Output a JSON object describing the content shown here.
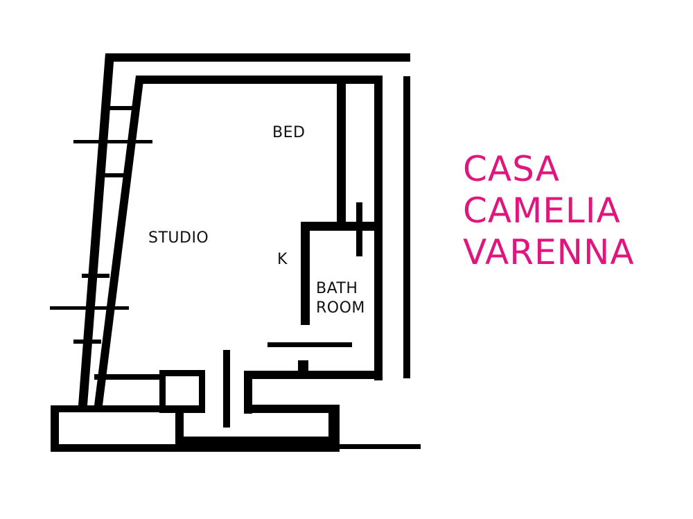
{
  "title": {
    "lines": [
      "CASA",
      "CAMELIA",
      "VARENNA"
    ],
    "color": "#e0167f"
  },
  "rooms": {
    "bed": "BED",
    "studio": "STUDIO",
    "kitchen": "K",
    "bathroom_line1": "BATH",
    "bathroom_line2": "ROOM"
  },
  "colors": {
    "wall": "#000000",
    "background": "#ffffff"
  }
}
